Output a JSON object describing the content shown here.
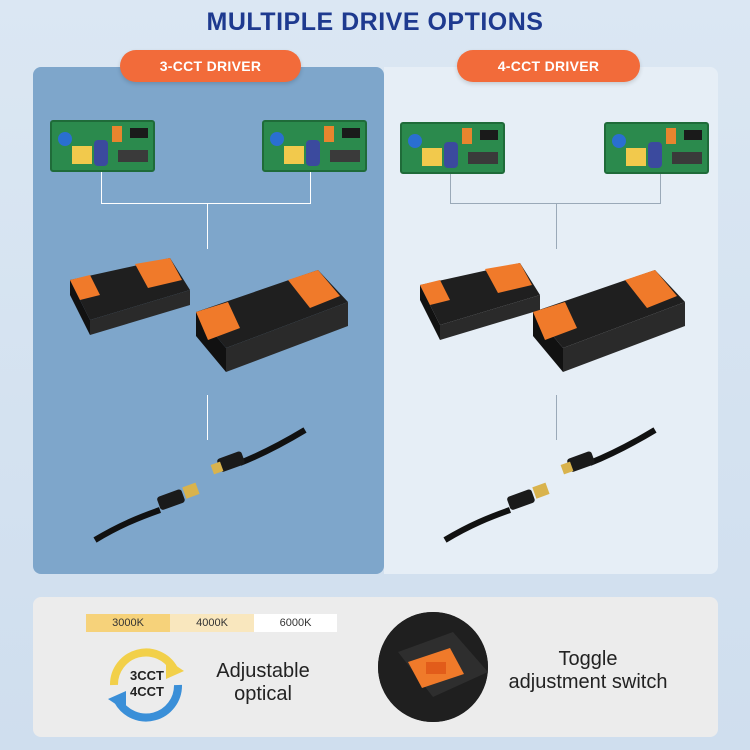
{
  "title": "MULTIPLE DRIVE OPTIONS",
  "left_panel": {
    "label": "3-CCT DRIVER"
  },
  "right_panel": {
    "label": "4-CCT DRIVER"
  },
  "cct_bar": [
    "3000K",
    "4000K",
    "6000K"
  ],
  "cycle": {
    "top": "3CCT",
    "bottom": "4CCT"
  },
  "adjustable": {
    "line1": "Adjustable",
    "line2": "optical"
  },
  "toggle": {
    "line1": "Toggle",
    "line2": "adjustment switch"
  },
  "colors": {
    "title": "#1e3a8f",
    "pill": "#f26b3a",
    "left_panel": "#7ea6cb",
    "right_panel": "#e6eef6",
    "driver_orange": "#f07a2a"
  }
}
